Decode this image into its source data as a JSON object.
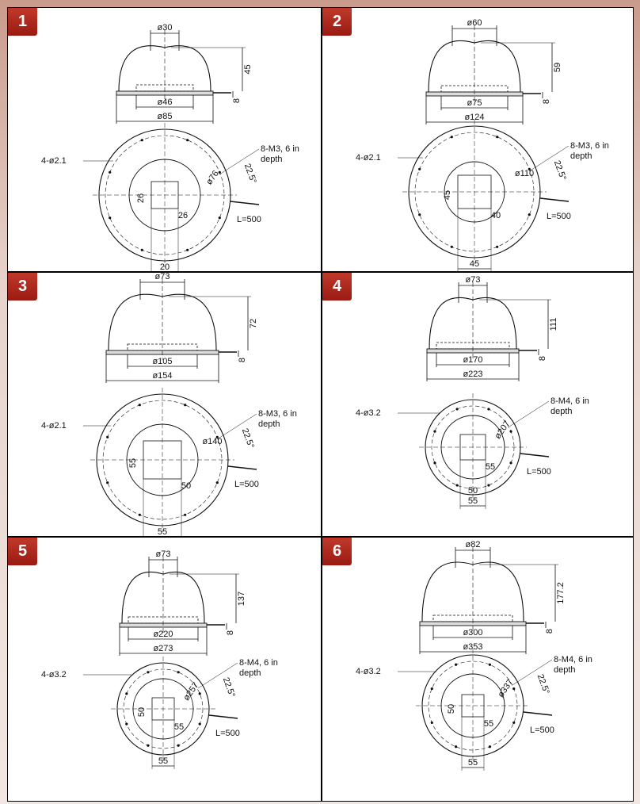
{
  "panels": [
    {
      "number": "1",
      "top_dia": "ø30",
      "height": "45",
      "flange": "8",
      "inner_dia": "ø46",
      "outer_dia": "ø85",
      "holes": "4-ø2.1",
      "screws": "8-M3, 6 in",
      "screws2": "depth",
      "pcd": "ø76",
      "angle": "22.5°",
      "cable": "L=500",
      "dimA": "26",
      "dimB": "26",
      "dimC": "20",
      "dimD": ""
    },
    {
      "number": "2",
      "top_dia": "ø60",
      "height": "59",
      "flange": "8",
      "inner_dia": "ø75",
      "outer_dia": "ø124",
      "holes": "4-ø2.1",
      "screws": "8-M3, 6 in",
      "screws2": "depth",
      "pcd": "ø110",
      "angle": "22.5°",
      "cable": "L=500",
      "dimA": "40",
      "dimB": "45",
      "dimC": "45",
      "dimD": ""
    },
    {
      "number": "3",
      "top_dia": "ø73",
      "height": "72",
      "flange": "8",
      "inner_dia": "ø105",
      "outer_dia": "ø154",
      "holes": "4-ø2.1",
      "screws": "8-M3, 6 in",
      "screws2": "depth",
      "pcd": "ø140",
      "angle": "22.5°",
      "cable": "L=500",
      "dimA": "50",
      "dimB": "55",
      "dimC": "55",
      "dimD": ""
    },
    {
      "number": "4",
      "top_dia": "ø73",
      "height": "111",
      "flange": "8",
      "inner_dia": "ø170",
      "outer_dia": "ø223",
      "holes": "4-ø3.2",
      "screws": "8-M4, 6 in",
      "screws2": "depth",
      "pcd": "ø207",
      "angle": "",
      "cable": "L=500",
      "dimA": "55",
      "dimB": "",
      "dimC": "55",
      "dimD": "50"
    },
    {
      "number": "5",
      "top_dia": "ø73",
      "height": "137",
      "flange": "8",
      "inner_dia": "ø220",
      "outer_dia": "ø273",
      "holes": "4-ø3.2",
      "screws": "8-M4, 6 in",
      "screws2": "depth",
      "pcd": "ø257",
      "angle": "22.5°",
      "cable": "L=500",
      "dimA": "55",
      "dimB": "50",
      "dimC": "55",
      "dimD": ""
    },
    {
      "number": "6",
      "top_dia": "ø82",
      "height": "177.2",
      "flange": "8",
      "inner_dia": "ø300",
      "outer_dia": "ø353",
      "holes": "4-ø3.2",
      "screws": "8-M4, 6 in",
      "screws2": "depth",
      "pcd": "ø337",
      "angle": "22.5°",
      "cable": "L=500",
      "dimA": "55",
      "dimB": "50",
      "dimC": "55",
      "dimD": ""
    }
  ]
}
